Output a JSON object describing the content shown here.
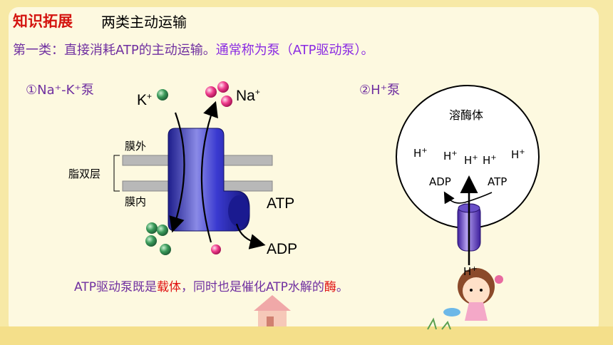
{
  "header": {
    "title_bold": "知识拓展",
    "title_sub": "两类主动运输"
  },
  "intro": {
    "prefix": "第一类：直接消耗ATP的主动运输。",
    "suffix": "通常称为泵（ATP驱动泵）。"
  },
  "left_diagram": {
    "label": "①Na⁺-K⁺泵",
    "k_ion": "K",
    "k_charge": "+",
    "na_ion": "Na",
    "na_charge": "+",
    "outside_label": "膜外",
    "lipid_label": "脂双层",
    "inside_label": "膜内",
    "atp": "ATP",
    "adp": "ADP",
    "colors": {
      "protein": "#2a2ab0",
      "k_ion": "#2e8b57",
      "na_ion": "#e0307a",
      "membrane": "#b8b8b8"
    }
  },
  "right_diagram": {
    "label": "②H⁺泵",
    "lysosome": "溶酶体",
    "h_ion": "H",
    "h_charge": "+",
    "adp": "ADP",
    "atp": "ATP"
  },
  "footer": {
    "part1": "ATP驱动泵既是",
    "carrier": "载体",
    "part2": "，同时也是催化ATP水解的",
    "enzyme": "酶",
    "part3": "。"
  }
}
